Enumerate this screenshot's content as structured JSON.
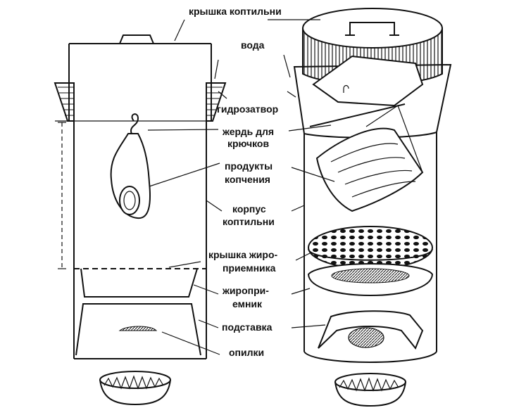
{
  "labels": {
    "lid": "крышка коптильни",
    "water": "вода",
    "water_seal": "гидрозатвор",
    "pole_1": "жердь для",
    "pole_2": "крючков",
    "products_1": "продукты",
    "products_2": "копчения",
    "body_1": "корпус",
    "body_2": "коптильни",
    "grease_lid_1": "крышка жиро-",
    "grease_lid_2": "приемника",
    "grease_tray_1": "жиропри-",
    "grease_tray_2": "емник",
    "stand": "подставка",
    "sawdust": "опилки"
  },
  "colors": {
    "ink": "#111111",
    "paper": "#ffffff"
  }
}
